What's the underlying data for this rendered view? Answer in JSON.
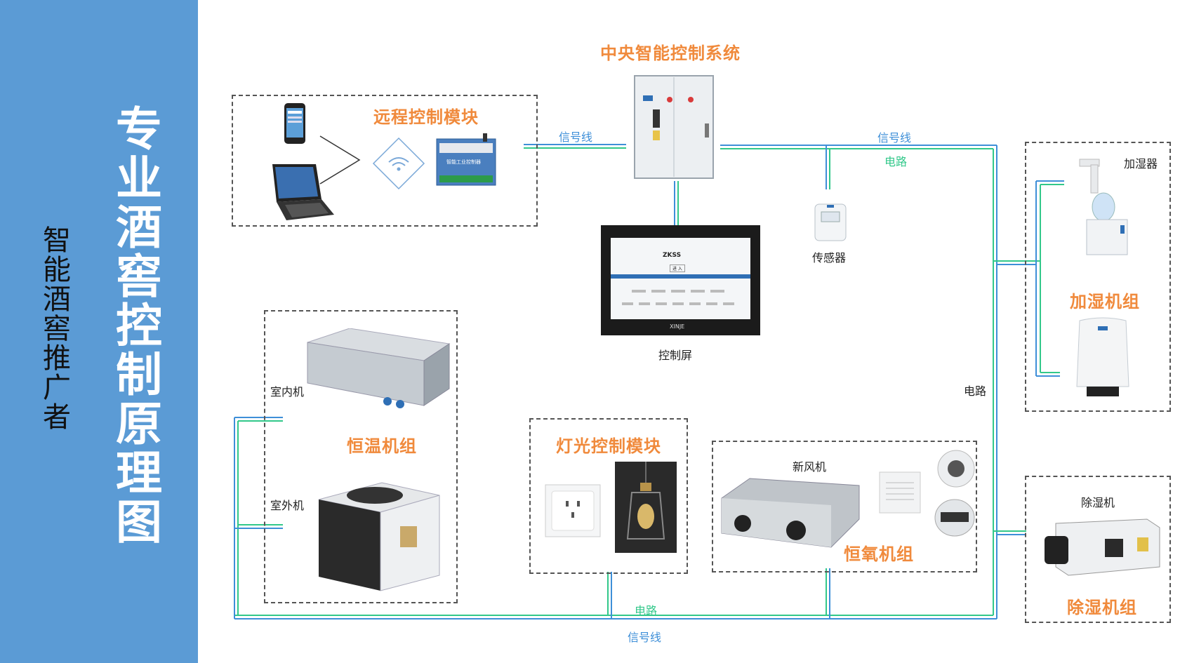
{
  "sidebar": {
    "title_chars": [
      "专",
      "业",
      "酒",
      "窖",
      "控",
      "制",
      "原",
      "理",
      "图"
    ],
    "subtitle_chars": [
      "智",
      "能",
      "酒",
      "窖",
      "推",
      "广",
      "者"
    ],
    "bg_color": "#5b9bd5"
  },
  "colors": {
    "accent": "#f08a3c",
    "signal_line": "#3e8fd8",
    "power_line": "#32c88a"
  },
  "central": {
    "title": "中央智能控制系统"
  },
  "remote": {
    "title": "远程控制模块",
    "controller_text": "智能工业控制器"
  },
  "wires": {
    "signal_1": "信号线",
    "signal_2": "信号线",
    "power_1": "电路",
    "power_right": "电路",
    "power_bottom": "电路",
    "signal_bottom": "信号线"
  },
  "sensor": {
    "label": "传感器"
  },
  "screen": {
    "label": "控制屏",
    "brand": "ZKSS",
    "enter": "进 入",
    "bottom_brand": "XINJE"
  },
  "humidifier": {
    "device_label": "加湿器",
    "group": "加湿机组"
  },
  "thermo": {
    "indoor_label": "室内机",
    "outdoor_label": "室外机",
    "group": "恒温机组"
  },
  "light": {
    "title": "灯光控制模块"
  },
  "oxygen": {
    "device_label": "新风机",
    "group": "恒氧机组"
  },
  "dehumid": {
    "device_label": "除湿机",
    "group": "除湿机组"
  }
}
